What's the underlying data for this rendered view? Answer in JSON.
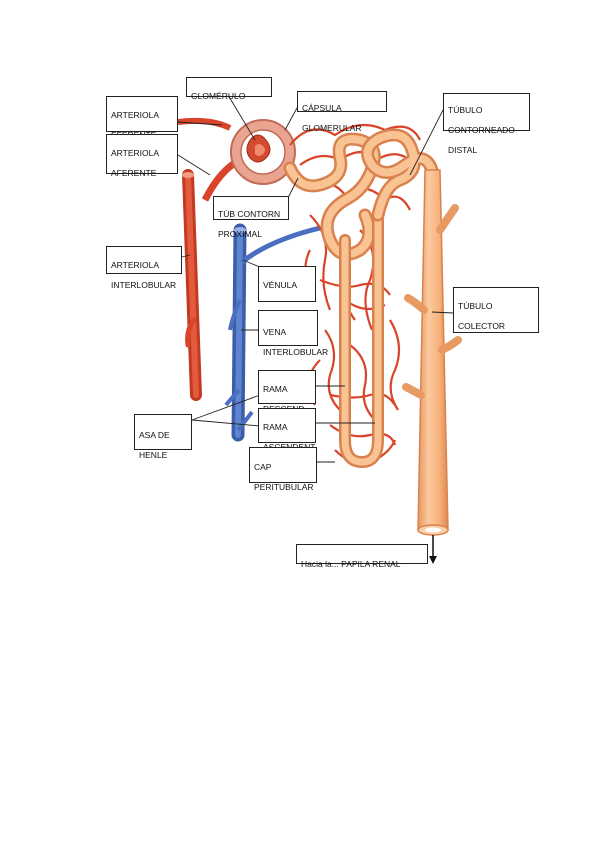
{
  "labels": {
    "glomerulo": "GLOMÉRULO",
    "capsula_l1": "CÁPSULA",
    "capsula_l2": "GLOMERULAR",
    "arteriola_eferente_l1": "ARTERIOLA",
    "arteriola_eferente_l2": "EFERENTE",
    "arteriola_aferente_l1": "ARTERIOLA",
    "arteriola_aferente_l2": "AFERENTE",
    "tubulo_distal_l1": "TÚBULO",
    "tubulo_distal_l2": "CONTORNEADO",
    "tubulo_distal_l3": "DISTAL",
    "tub_proximal_l1": "TÚB CONTORN",
    "tub_proximal_l2": "PROXIMAL",
    "arteriola_interlobular_l1": "ARTERIOLA",
    "arteriola_interlobular_l2": "INTERLOBULAR",
    "venula": "VÉNULA",
    "tubulo_colector_l1": "TÚBULO",
    "tubulo_colector_l2": "COLECTOR",
    "vena_interlobular_l1": "VENA",
    "vena_interlobular_l2": "INTERLOBULAR",
    "rama_descend_l1": "RAMA",
    "rama_descend_l2": "DESCEND",
    "asa_henle_l1": "ASA DE",
    "asa_henle_l2": "HENLE",
    "rama_ascendent_l1": "RAMA",
    "rama_ascendent_l2": "ASCENDENT",
    "cap_peritubular_l1": "CAP",
    "cap_peritubular_l2": "PERITUBULAR",
    "papila": "Hacia la... PAPILA RENAL"
  },
  "colors": {
    "artery": "#d9442b",
    "vein": "#4a6fc0",
    "tubule": "#f7b27a",
    "tubule_edge": "#e08a55",
    "capsule": "#e9a58f"
  }
}
